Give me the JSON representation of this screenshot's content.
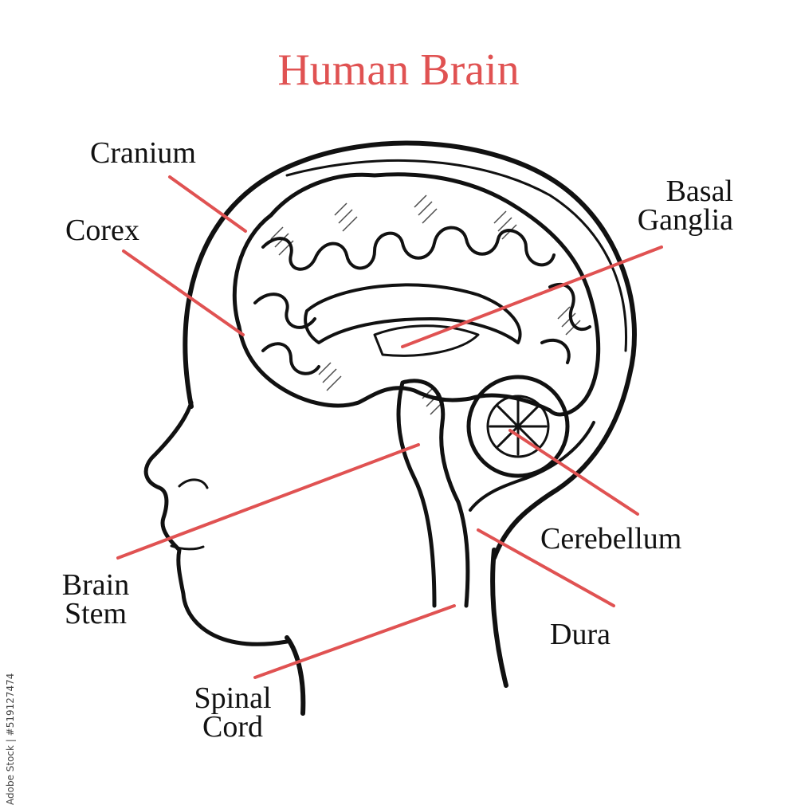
{
  "title": "Human Brain",
  "colors": {
    "accent": "#e05252",
    "ink": "#111111"
  },
  "labels": {
    "cranium": "Cranium",
    "cortex": "Corex",
    "basal_ganglia_1": "Basal",
    "basal_ganglia_2": "Ganglia",
    "brain_stem_1": "Brain",
    "brain_stem_2": "Stem",
    "cerebellum": "Cerebellum",
    "dura": "Dura",
    "spinal_cord_1": "Spinal",
    "spinal_cord_2": "Cord"
  },
  "watermark_id": "Adobe Stock | #519127474"
}
